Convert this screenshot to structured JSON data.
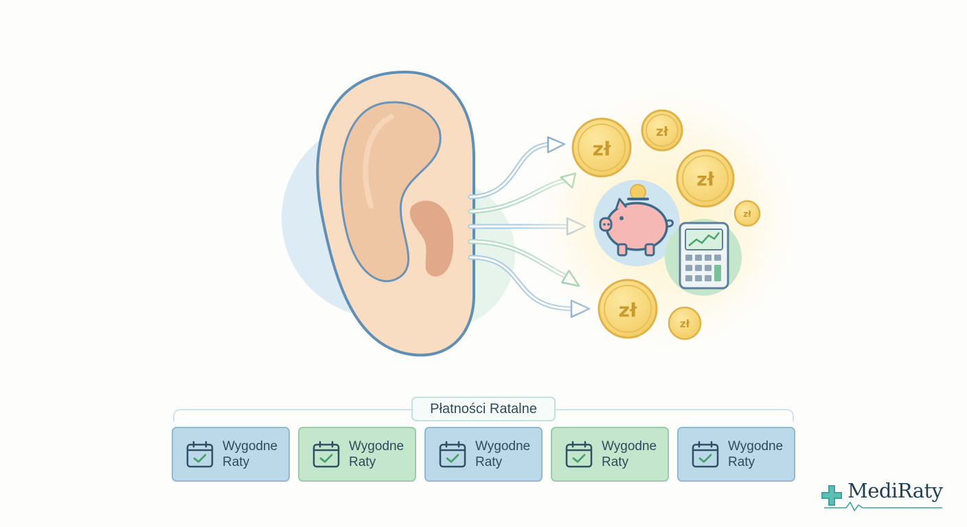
{
  "illustration": {
    "coins": [
      {
        "label": "zł"
      },
      {
        "label": "zł"
      },
      {
        "label": "zł"
      },
      {
        "label": "zł"
      },
      {
        "label": "zł"
      },
      {
        "label": "zł"
      }
    ],
    "icons": [
      "ear-icon",
      "piggy-bank-icon",
      "calculator-icon",
      "coin-icon",
      "arrow-icon"
    ]
  },
  "group": {
    "title": "Płatności Ratalne"
  },
  "cards": [
    {
      "label": "Wygodne\nRaty",
      "color": "#bcd9ea",
      "icon": "calendar-check-icon"
    },
    {
      "label": "Wygodne\nRaty",
      "color": "#c3e6cc",
      "icon": "calendar-check-icon"
    },
    {
      "label": "Wygodne\nRaty",
      "color": "#bcd9ea",
      "icon": "calendar-check-icon"
    },
    {
      "label": "Wygodne\nRaty",
      "color": "#c3e6cc",
      "icon": "calendar-check-icon"
    },
    {
      "label": "Wygodne\nRaty",
      "color": "#bcd9ea",
      "icon": "calendar-check-icon"
    }
  ],
  "brand": {
    "name": "MediRaty",
    "accent": "#3aa39a"
  }
}
